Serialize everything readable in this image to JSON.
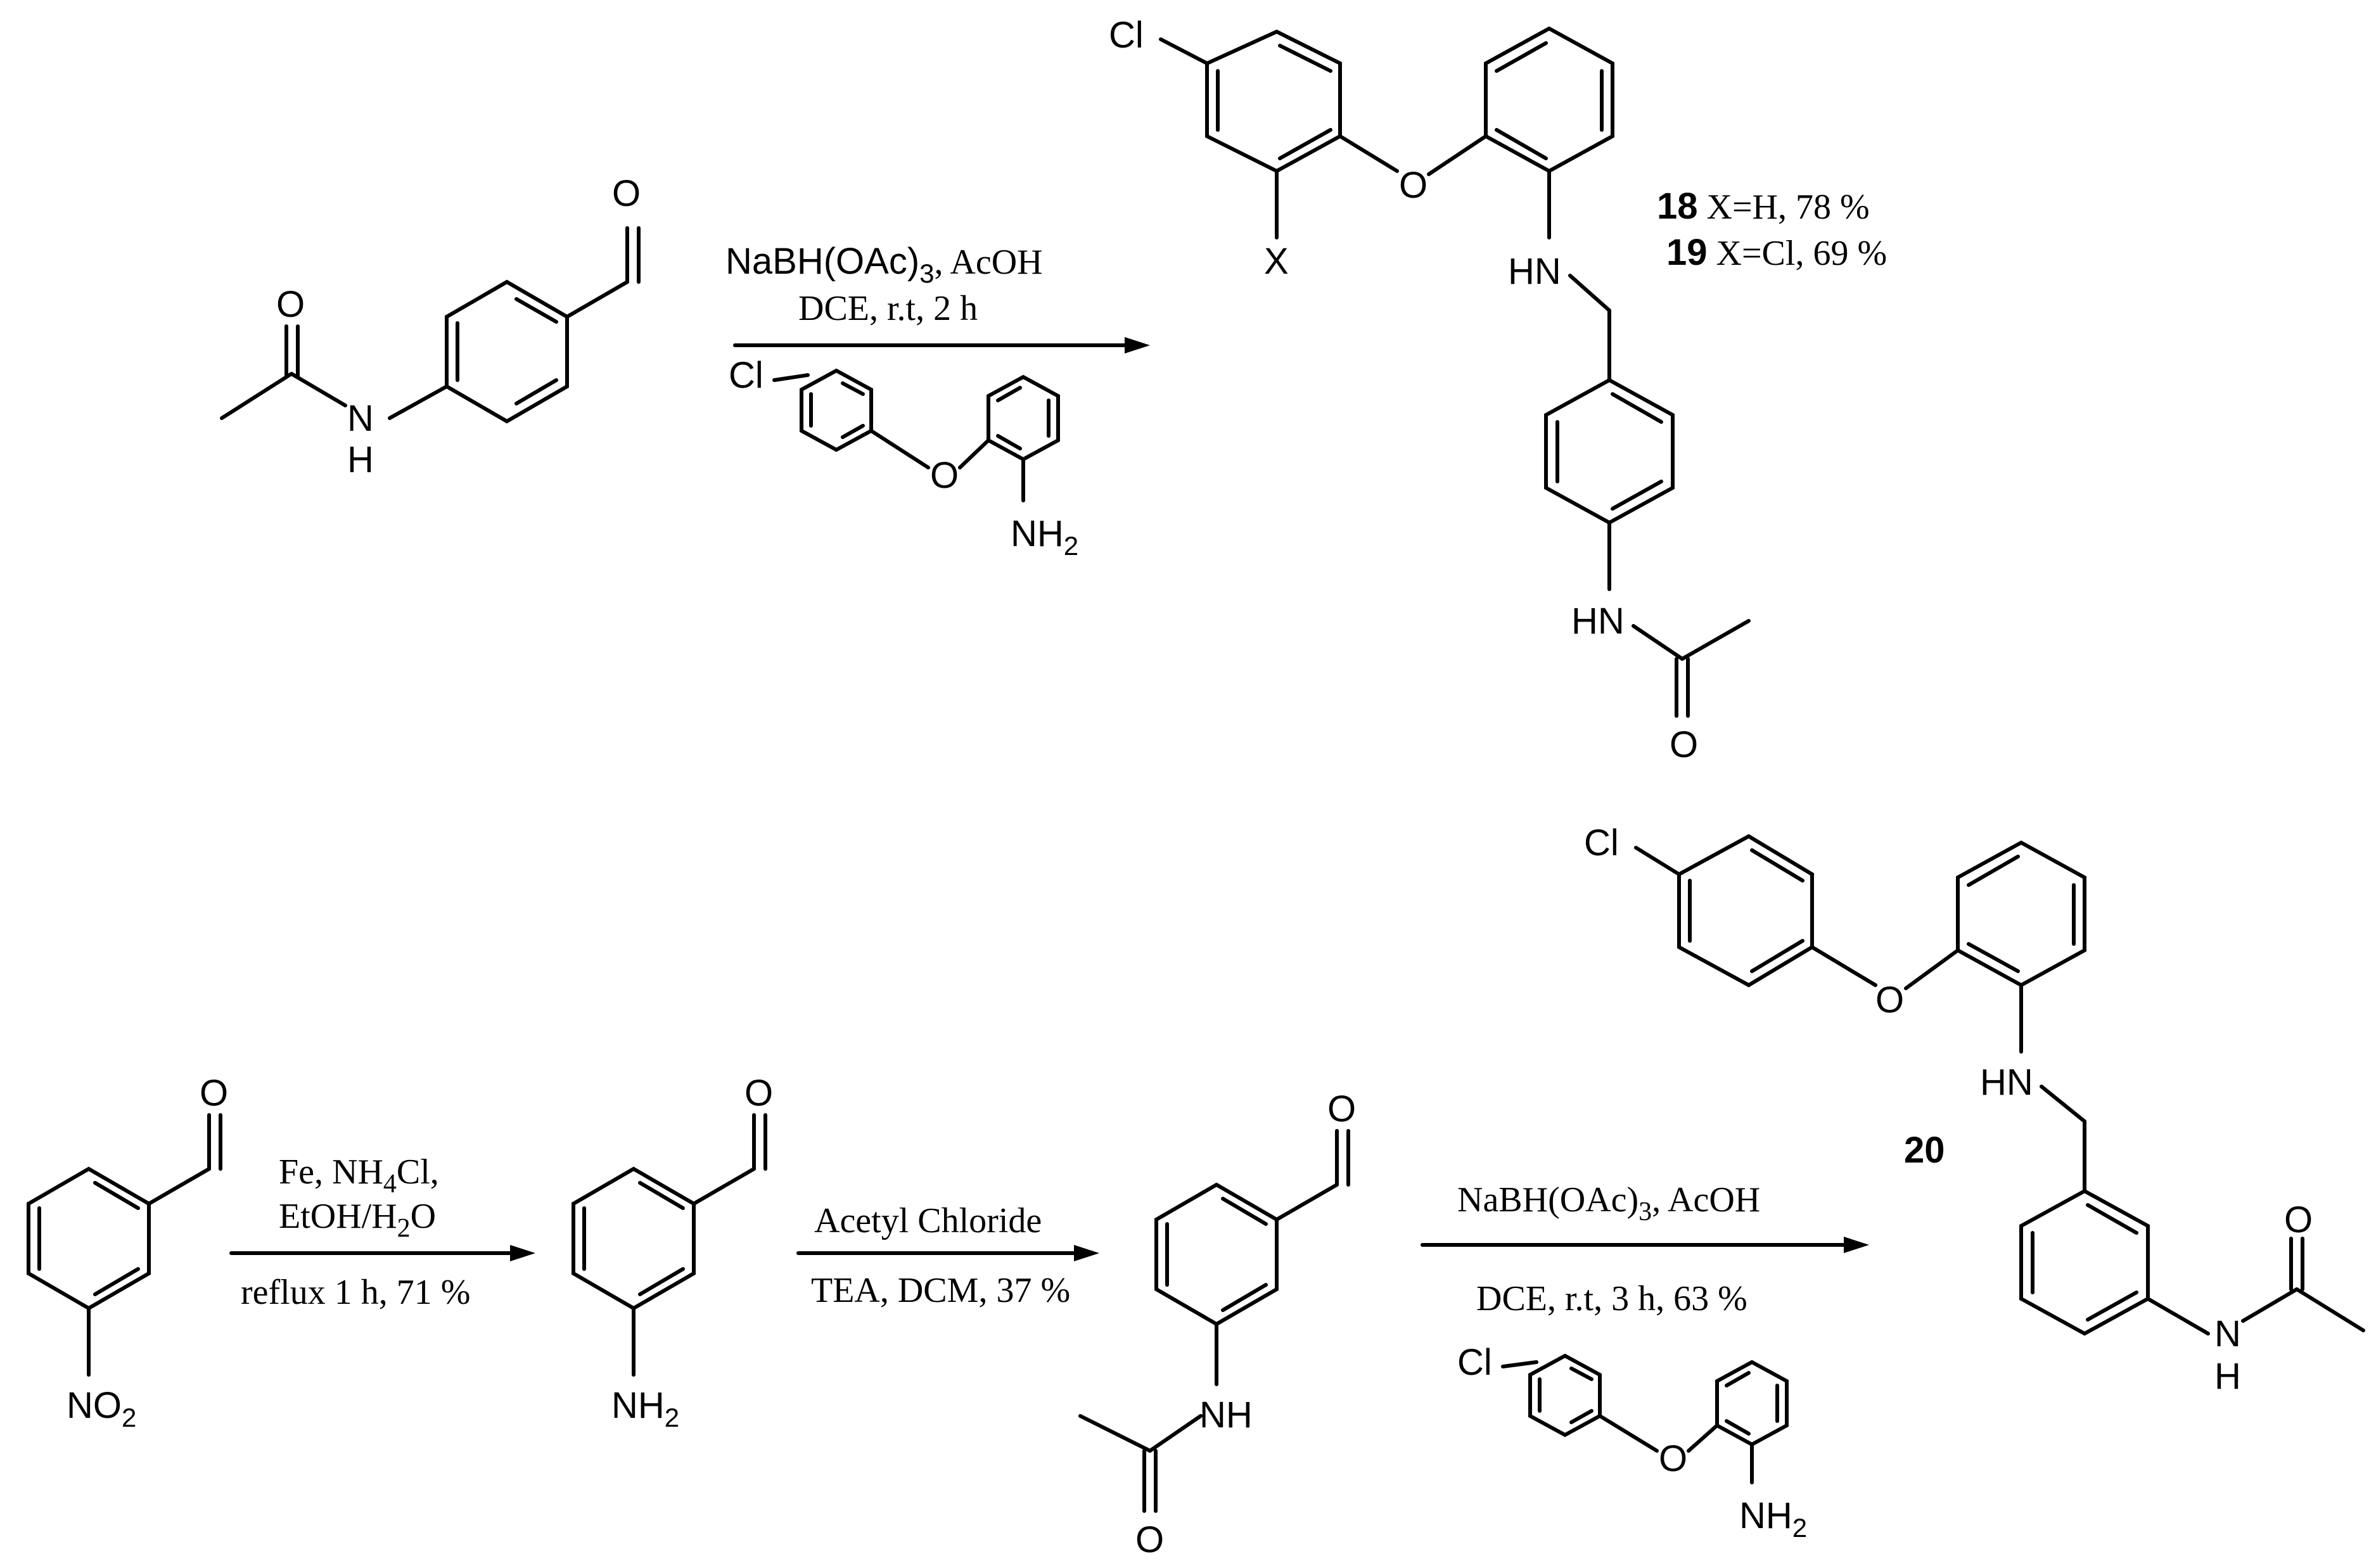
{
  "atoms": {
    "O": "O",
    "N": "N",
    "H": "H",
    "NH": "NH",
    "HN": "HN",
    "NH2": "NH",
    "sub2": "2",
    "Cl": "Cl",
    "X": "X",
    "NO2_N": "NO",
    "NO2_sub": "2"
  },
  "top_reaction": {
    "cond1_a": "NaBH(OAc)",
    "cond1_sub": "3",
    "cond1_b": ", AcOH",
    "cond2": "DCE, r.t, 2 h"
  },
  "products_top": [
    {
      "number": "18",
      "text": "X=H, 78 %"
    },
    {
      "number": "19",
      "text": "X=Cl, 69 %"
    }
  ],
  "bottom_reaction": {
    "step1": {
      "line1_a": "Fe, NH",
      "line1_sub": "4",
      "line1_b": "Cl,",
      "line2_a": "EtOH/H",
      "line2_sub": "2",
      "line2_b": "O",
      "line3": "reflux 1 h, 71 %"
    },
    "step2": {
      "line1": "Acetyl Chloride",
      "line2": "TEA, DCM, 37 %"
    },
    "step3": {
      "line1_a": "NaBH(OAc)",
      "line1_sub": "3",
      "line1_b": ", AcOH",
      "line2": "DCE, r.t, 3 h, 63 %"
    }
  },
  "product_bottom": {
    "number": "20"
  }
}
